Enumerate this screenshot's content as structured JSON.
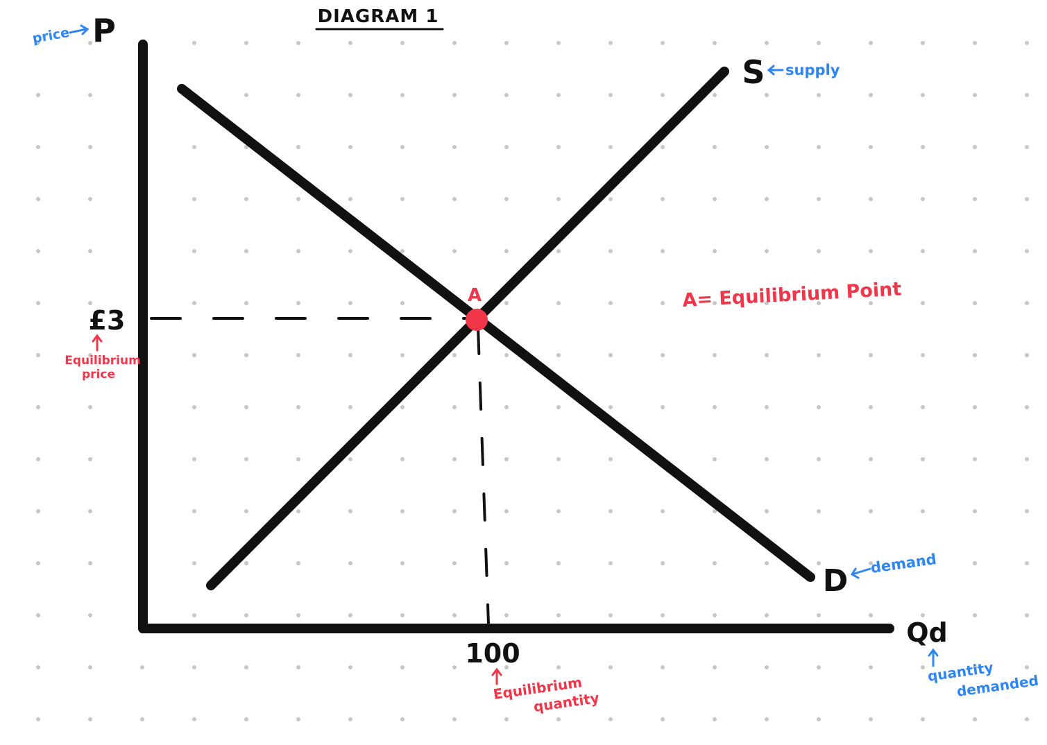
{
  "title": "DIAGRAM 1",
  "colors": {
    "ink": "#111111",
    "red": "#f2364a",
    "blue": "#2e86f5",
    "dot": "#c7c7c7"
  },
  "axes": {
    "y_letter": "P",
    "y_note": "price",
    "x_letter": "Qd",
    "x_note_line1": "quantity",
    "x_note_line2": "demanded"
  },
  "curves": {
    "supply_letter": "S",
    "supply_note": "supply",
    "demand_letter": "D",
    "demand_note": "demand"
  },
  "equilibrium": {
    "point_label": "A",
    "legend": "A= Equilibrium Point",
    "price_value": "£3",
    "price_note_line1": "Equilibrium",
    "price_note_line2": "price",
    "quantity_value": "100",
    "quantity_note_line1": "Equilibrium",
    "quantity_note_line2": "quantity"
  },
  "chart_data": {
    "type": "line",
    "title": "DIAGRAM 1",
    "xlabel": "Qd",
    "ylabel": "P",
    "series": [
      {
        "name": "S",
        "role": "supply",
        "slope": "upward"
      },
      {
        "name": "D",
        "role": "demand",
        "slope": "downward"
      }
    ],
    "equilibrium": {
      "label": "A",
      "price": "£3",
      "quantity": 100
    },
    "grid": "dot grid"
  }
}
